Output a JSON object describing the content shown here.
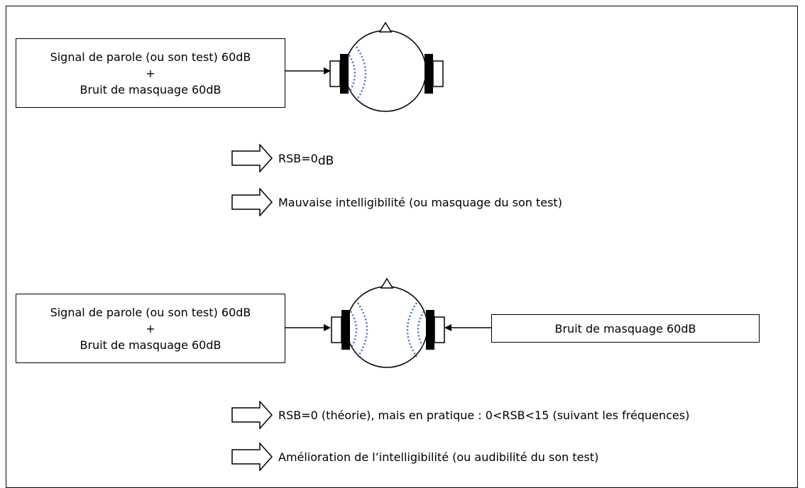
{
  "panel1": {
    "input_box": {
      "line1": "Signal de parole (ou son test) 60dB",
      "line2": "+",
      "line3": "Bruit de masquage 60dB"
    },
    "conclusions": [
      {
        "text": "RSB=0",
        "suffix": " dB"
      },
      {
        "text": "Mauvaise intelligibilité  (ou masquage du son test)"
      }
    ]
  },
  "panel2": {
    "input_box": {
      "line1": "Signal de parole (ou son test) 60dB",
      "line2": "+",
      "line3": "Bruit de masquage 60dB"
    },
    "right_box": "Bruit de masquage 60dB",
    "conclusions": [
      {
        "text": "RSB=0 (théorie), mais en pratique : 0<RSB<15 (suivant les fréquences)"
      },
      {
        "text": "Amélioration de l’intelligibilité  (ou audibilité du son test)"
      }
    ]
  },
  "colors": {
    "ear_pattern": "#3b6fd6",
    "stroke": "#000000"
  }
}
